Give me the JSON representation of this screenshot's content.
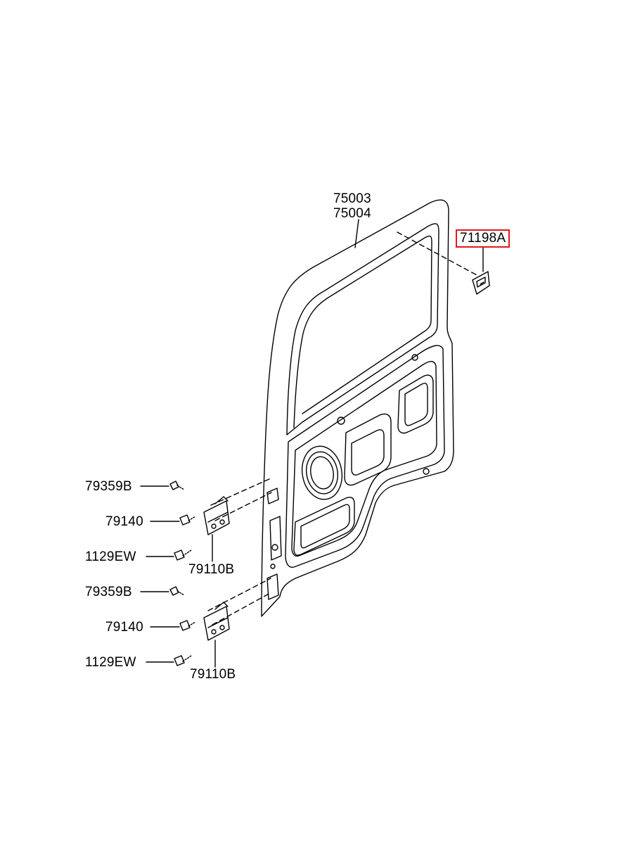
{
  "labels": {
    "door_1": "75003",
    "door_2": "75004",
    "highlighted": "71198A",
    "upper_bolt_a": "79359B",
    "upper_bolt_b": "79140",
    "upper_bolt_c": "1129EW",
    "upper_hinge": "79110B",
    "lower_bolt_a": "79359B",
    "lower_bolt_b": "79140",
    "lower_bolt_c": "1129EW",
    "lower_hinge": "79110B"
  },
  "colors": {
    "line": "#000000",
    "highlight": "#e0191c",
    "background": "#ffffff"
  }
}
